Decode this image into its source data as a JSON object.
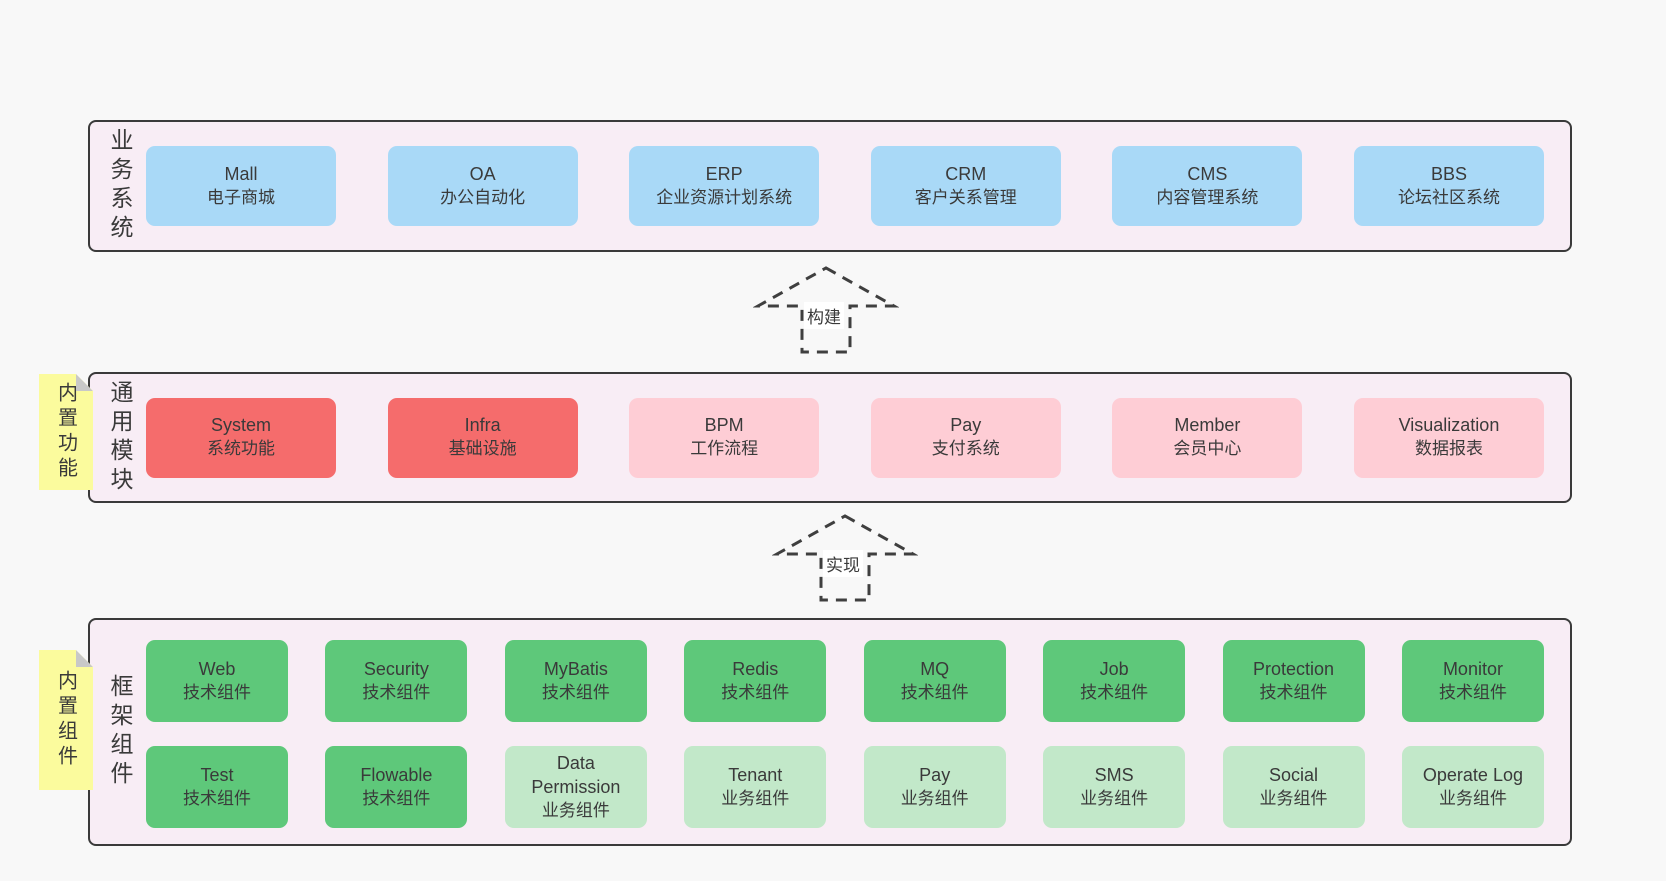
{
  "colors": {
    "page_bg": "#f8f8f8",
    "band_bg": "#f8edf5",
    "band_border": "#3a3a3a",
    "box_blue": "#a9d9f7",
    "box_red": "#f56c6c",
    "box_pink": "#fecdd5",
    "box_green_dark": "#5ec87a",
    "box_green_light": "#c2e8c9",
    "note_yellow": "#fbfb9d",
    "note_fold": "#c8c8c8",
    "text": "#3a3a3a"
  },
  "bands": [
    {
      "label": "业务系统",
      "boxes": [
        {
          "en": "Mall",
          "zh": "电子商城",
          "variant": "blue"
        },
        {
          "en": "OA",
          "zh": "办公自动化",
          "variant": "blue"
        },
        {
          "en": "ERP",
          "zh": "企业资源计划系统",
          "variant": "blue"
        },
        {
          "en": "CRM",
          "zh": "客户关系管理",
          "variant": "blue"
        },
        {
          "en": "CMS",
          "zh": "内容管理系统",
          "variant": "blue"
        },
        {
          "en": "BBS",
          "zh": "论坛社区系统",
          "variant": "blue"
        }
      ]
    },
    {
      "label": "通用模块",
      "note": "内置功能",
      "boxes": [
        {
          "en": "System",
          "zh": "系统功能",
          "variant": "red"
        },
        {
          "en": "Infra",
          "zh": "基础设施",
          "variant": "red"
        },
        {
          "en": "BPM",
          "zh": "工作流程",
          "variant": "pink"
        },
        {
          "en": "Pay",
          "zh": "支付系统",
          "variant": "pink"
        },
        {
          "en": "Member",
          "zh": "会员中心",
          "variant": "pink"
        },
        {
          "en": "Visualization",
          "zh": "数据报表",
          "variant": "pink"
        }
      ]
    },
    {
      "label": "框架组件",
      "note": "内置组件",
      "rows": [
        [
          {
            "en": "Web",
            "zh": "技术组件",
            "variant": "green-dark"
          },
          {
            "en": "Security",
            "zh": "技术组件",
            "variant": "green-dark"
          },
          {
            "en": "MyBatis",
            "zh": "技术组件",
            "variant": "green-dark"
          },
          {
            "en": "Redis",
            "zh": "技术组件",
            "variant": "green-dark"
          },
          {
            "en": "MQ",
            "zh": "技术组件",
            "variant": "green-dark"
          },
          {
            "en": "Job",
            "zh": "技术组件",
            "variant": "green-dark"
          },
          {
            "en": "Protection",
            "zh": "技术组件",
            "variant": "green-dark"
          },
          {
            "en": "Monitor",
            "zh": "技术组件",
            "variant": "green-dark"
          }
        ],
        [
          {
            "en": "Test",
            "zh": "技术组件",
            "variant": "green-dark"
          },
          {
            "en": "Flowable",
            "zh": "技术组件",
            "variant": "green-dark"
          },
          {
            "en": "Data Permission",
            "zh": "业务组件",
            "variant": "green-light"
          },
          {
            "en": "Tenant",
            "zh": "业务组件",
            "variant": "green-light"
          },
          {
            "en": "Pay",
            "zh": "业务组件",
            "variant": "green-light"
          },
          {
            "en": "SMS",
            "zh": "业务组件",
            "variant": "green-light"
          },
          {
            "en": "Social",
            "zh": "业务组件",
            "variant": "green-light"
          },
          {
            "en": "Operate Log",
            "zh": "业务组件",
            "variant": "green-light"
          }
        ]
      ]
    }
  ],
  "arrows": [
    {
      "label": "构建"
    },
    {
      "label": "实现"
    }
  ]
}
